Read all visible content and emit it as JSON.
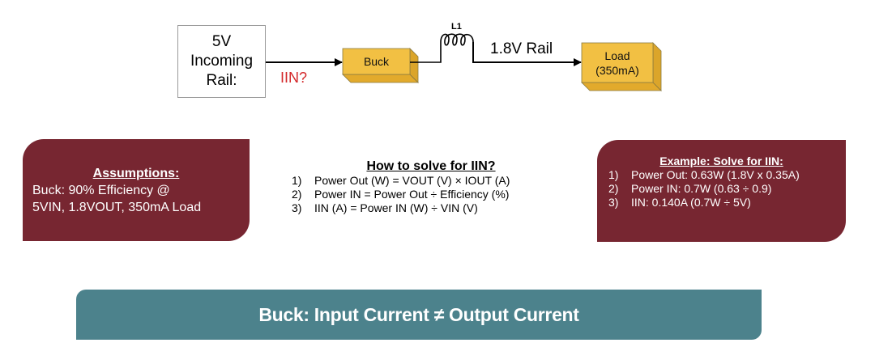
{
  "diagram": {
    "source": {
      "lines": [
        "5V",
        "Incoming",
        "Rail:"
      ]
    },
    "input_current_label": "IIN?",
    "converter_label": "Buck",
    "inductor_label": "L1",
    "rail_label": "1.8V Rail",
    "load": {
      "lines": [
        "Load",
        "(350mA)"
      ]
    },
    "colors": {
      "block_fill": "#f2c043",
      "block_side": "#e2aa2c",
      "iin_red": "#d4282a",
      "panel_maroon": "#772631",
      "banner_teal": "#4c828c"
    }
  },
  "assumptions": {
    "title": "Assumptions:",
    "lines": [
      "Buck: 90% Efficiency @",
      "5VIN, 1.8VOUT, 350mA Load"
    ]
  },
  "how_to": {
    "title": "How to solve for IIN?",
    "steps": [
      {
        "num": "1)",
        "text": "Power Out (W) = VOUT (V) × IOUT (A)"
      },
      {
        "num": "2)",
        "text": "Power IN = Power Out ÷ Efficiency (%)"
      },
      {
        "num": "3)",
        "text": "IIN (A) = Power IN (W) ÷ VIN (V)"
      }
    ]
  },
  "example": {
    "title": "Example: Solve for IIN:",
    "steps": [
      {
        "num": "1)",
        "text": "Power Out: 0.63W (1.8V x 0.35A)"
      },
      {
        "num": "2)",
        "text": "Power IN: 0.7W (0.63 ÷ 0.9)"
      },
      {
        "num": "3)",
        "text": "IIN: 0.140A (0.7W ÷ 5V)"
      }
    ]
  },
  "banner": {
    "text": "Buck: Input Current ≠ Output Current"
  }
}
